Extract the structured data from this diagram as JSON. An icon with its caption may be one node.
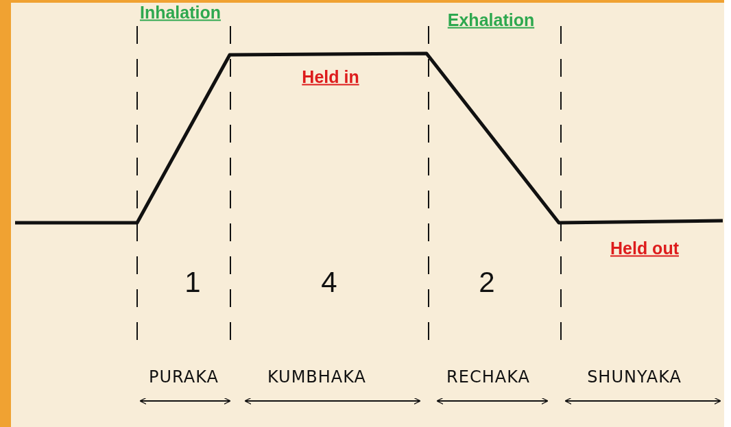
{
  "diagram": {
    "labels": [
      "Inhalation",
      "Exhalation",
      "Held in",
      "Held out",
      "1",
      "4",
      "2",
      "PURAKA",
      "KUMBHAKA",
      "RECHAKA",
      "SHUNYAKA"
    ]
  }
}
